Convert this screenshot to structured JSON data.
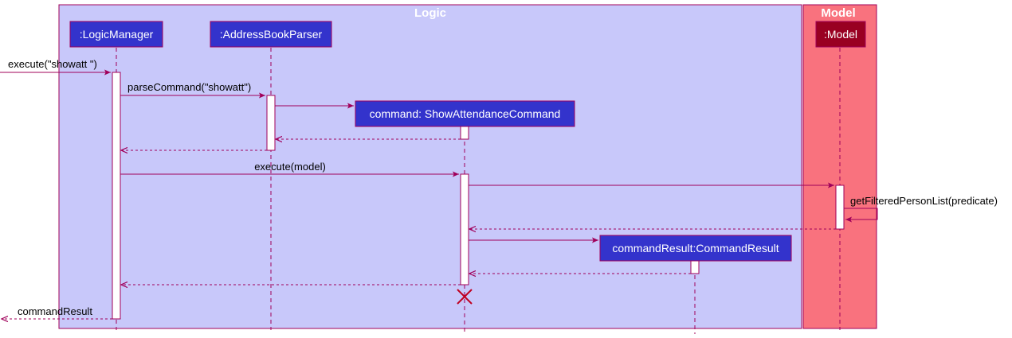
{
  "frames": {
    "logic": {
      "title": "Logic",
      "fill": "#c8c8fa",
      "stroke": "#a0005a"
    },
    "model": {
      "title": "Model",
      "fill": "#f9727e",
      "stroke": "#a0005a"
    }
  },
  "participants": {
    "logic_manager": {
      "label": ":LogicManager",
      "fill": "#3333cc"
    },
    "parser": {
      "label": ":AddressBookParser",
      "fill": "#3333cc"
    },
    "command": {
      "label": "command: ShowAttendanceCommand",
      "fill": "#3333cc"
    },
    "command_result": {
      "label": "commandResult:CommandResult",
      "fill": "#3333cc"
    },
    "model": {
      "label": ":Model",
      "fill": "#990022"
    }
  },
  "messages": {
    "execute_showatt": "execute(\"showatt \")",
    "parse_command": "parseCommand(\"showatt\")",
    "execute_model": "execute(model)",
    "get_filtered": "getFilteredPersonList(predicate)",
    "command_result": "commandResult"
  },
  "colors": {
    "arrow": "#a0005a",
    "activation_fill": "#ffffff",
    "destroy": "#c00020"
  }
}
